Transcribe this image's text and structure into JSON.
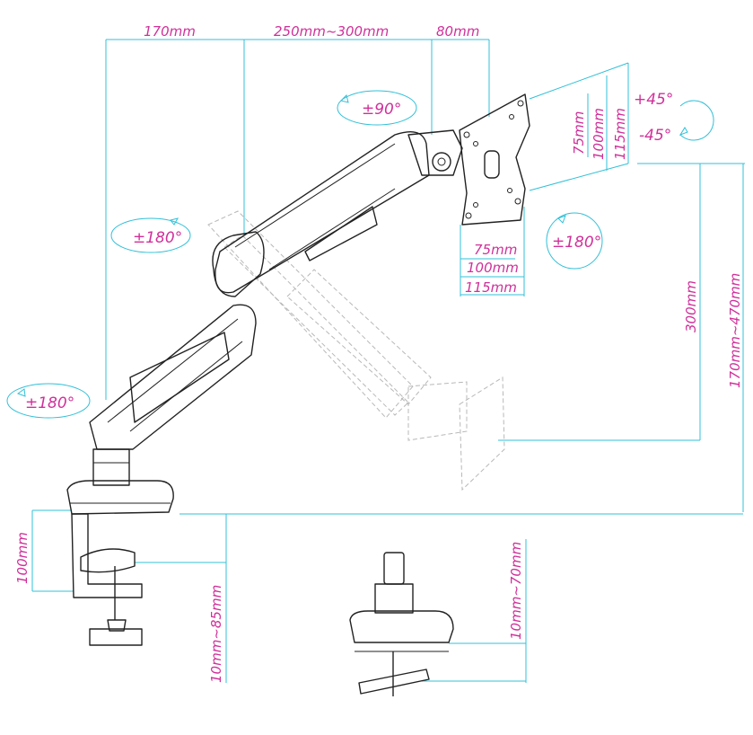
{
  "labels": {
    "d_170mm": "170mm",
    "d_250_300mm": "250mm~300mm",
    "d_80mm": "80mm",
    "rot_90": "±90°",
    "rot_180_arm": "±180°",
    "rot_180_base": "±180°",
    "rot_180_plate": "±180°",
    "tilt_plus": "+45°",
    "tilt_minus": "-45°",
    "v_75mm": "75mm",
    "v_100mm": "100mm",
    "v_115mm": "115mm",
    "h_75mm": "75mm",
    "h_100mm": "100mm",
    "h_115mm": "115mm",
    "d_300mm": "300mm",
    "d_170_470mm": "170mm~470mm",
    "d_100mm": "100mm",
    "d_10_85mm": "10mm~85mm",
    "d_10_70mm": "10mm~70mm"
  },
  "colors": {
    "dimension_text": "#d0309a",
    "dimension_line": "#30c0d8",
    "drawing": "#222222",
    "ghost": "#b8b8b8"
  }
}
